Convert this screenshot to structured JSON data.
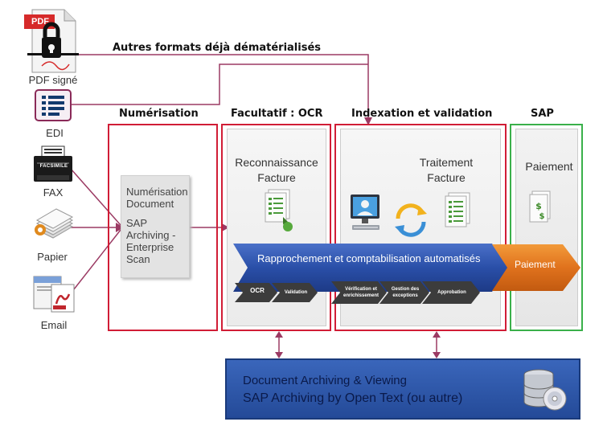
{
  "heading_formats": "Autres formats déjà dématérialisés",
  "sources": [
    {
      "label": "PDF signé",
      "icon": "pdf-signed-icon",
      "badge": "PDF"
    },
    {
      "label": "EDI",
      "icon": "edi-document-icon"
    },
    {
      "label": "FAX",
      "icon": "fax-machine-icon",
      "badge": "FACSIMILE"
    },
    {
      "label": "Papier",
      "icon": "paper-stack-icon"
    },
    {
      "label": "Email",
      "icon": "email-pdf-icon"
    }
  ],
  "stages": {
    "numerisation": {
      "heading": "Numérisation",
      "line1": "Numérisation",
      "line2": "Document",
      "line3": "SAP",
      "line4": "Archiving -",
      "line5": "Enterprise",
      "line6": "Scan"
    },
    "ocr": {
      "heading": "Facultatif : OCR",
      "line1": "Reconnaissance",
      "line2": "Facture"
    },
    "indexation": {
      "heading": "Indexation et validation",
      "line1": "Traitement",
      "line2": "Facture"
    },
    "sap": {
      "heading": "SAP",
      "line1": "Paiement"
    }
  },
  "band": {
    "label": "Rapprochement et comptabilisation automatisés",
    "payment_label": "Paiement"
  },
  "steps": [
    {
      "line1": "OCR",
      "line2": ""
    },
    {
      "line1": "Validation",
      "line2": ""
    },
    {
      "line1": "Vérification et",
      "line2": "enrichissement"
    },
    {
      "line1": "Gestion des",
      "line2": "exceptions"
    },
    {
      "line1": "Approbation",
      "line2": ""
    }
  ],
  "archive": {
    "line1": "Document Archiving & Viewing",
    "line2": "SAP  Archiving by Open Text (ou autre)",
    "icon": "database-disc-icon"
  },
  "colors": {
    "red_frame": "#d11d36",
    "green_frame": "#3ab04a",
    "band_blue": "#2a4fa8",
    "chevron_gray": "#3c3c3c",
    "payment_orange": "#e0721d",
    "archive_blue": "#2d57a8",
    "connector": "#9b3a63"
  }
}
